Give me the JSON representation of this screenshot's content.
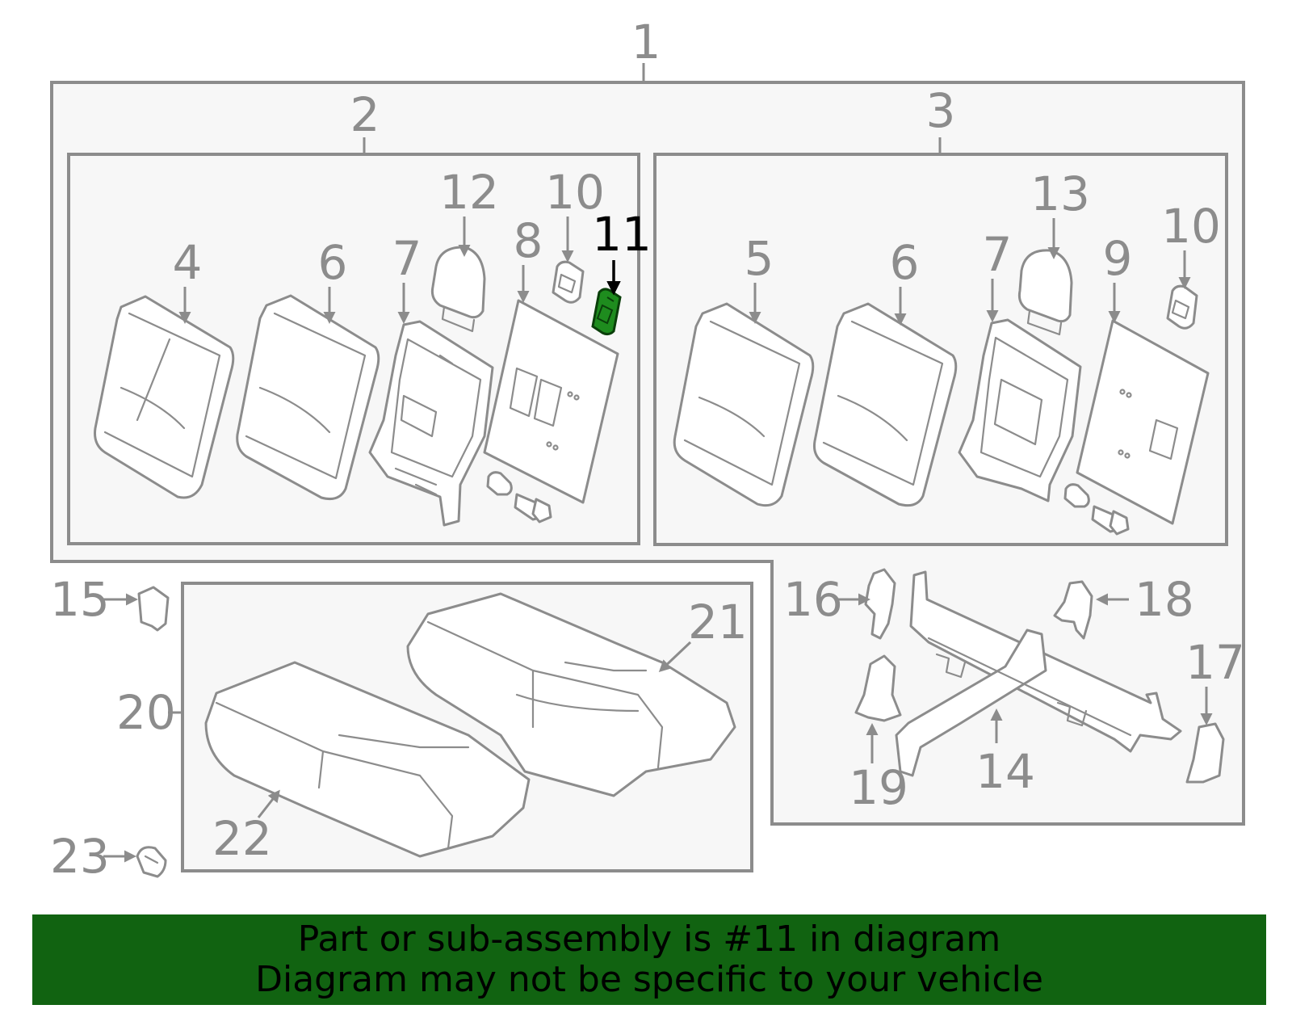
{
  "diagram": {
    "labels": {
      "l1": "1",
      "l2": "2",
      "l3": "3",
      "l4": "4",
      "l5": "5",
      "l6a": "6",
      "l6b": "6",
      "l7a": "7",
      "l7b": "7",
      "l8": "8",
      "l9": "9",
      "l10a": "10",
      "l10b": "10",
      "l11": "11",
      "l12": "12",
      "l13": "13",
      "l14": "14",
      "l15": "15",
      "l16": "16",
      "l17": "17",
      "l18": "18",
      "l19": "19",
      "l20": "20",
      "l21": "21",
      "l22": "22",
      "l23": "23"
    },
    "highlight_part": "11",
    "colors": {
      "line": "#8c8c8c",
      "highlight_fill": "#1e8c1e",
      "highlight_label": "#000000",
      "banner": "#116311"
    }
  },
  "banner": {
    "line1": "Part or sub-assembly is #11 in diagram",
    "line2": "Diagram may not be specific to your vehicle"
  }
}
